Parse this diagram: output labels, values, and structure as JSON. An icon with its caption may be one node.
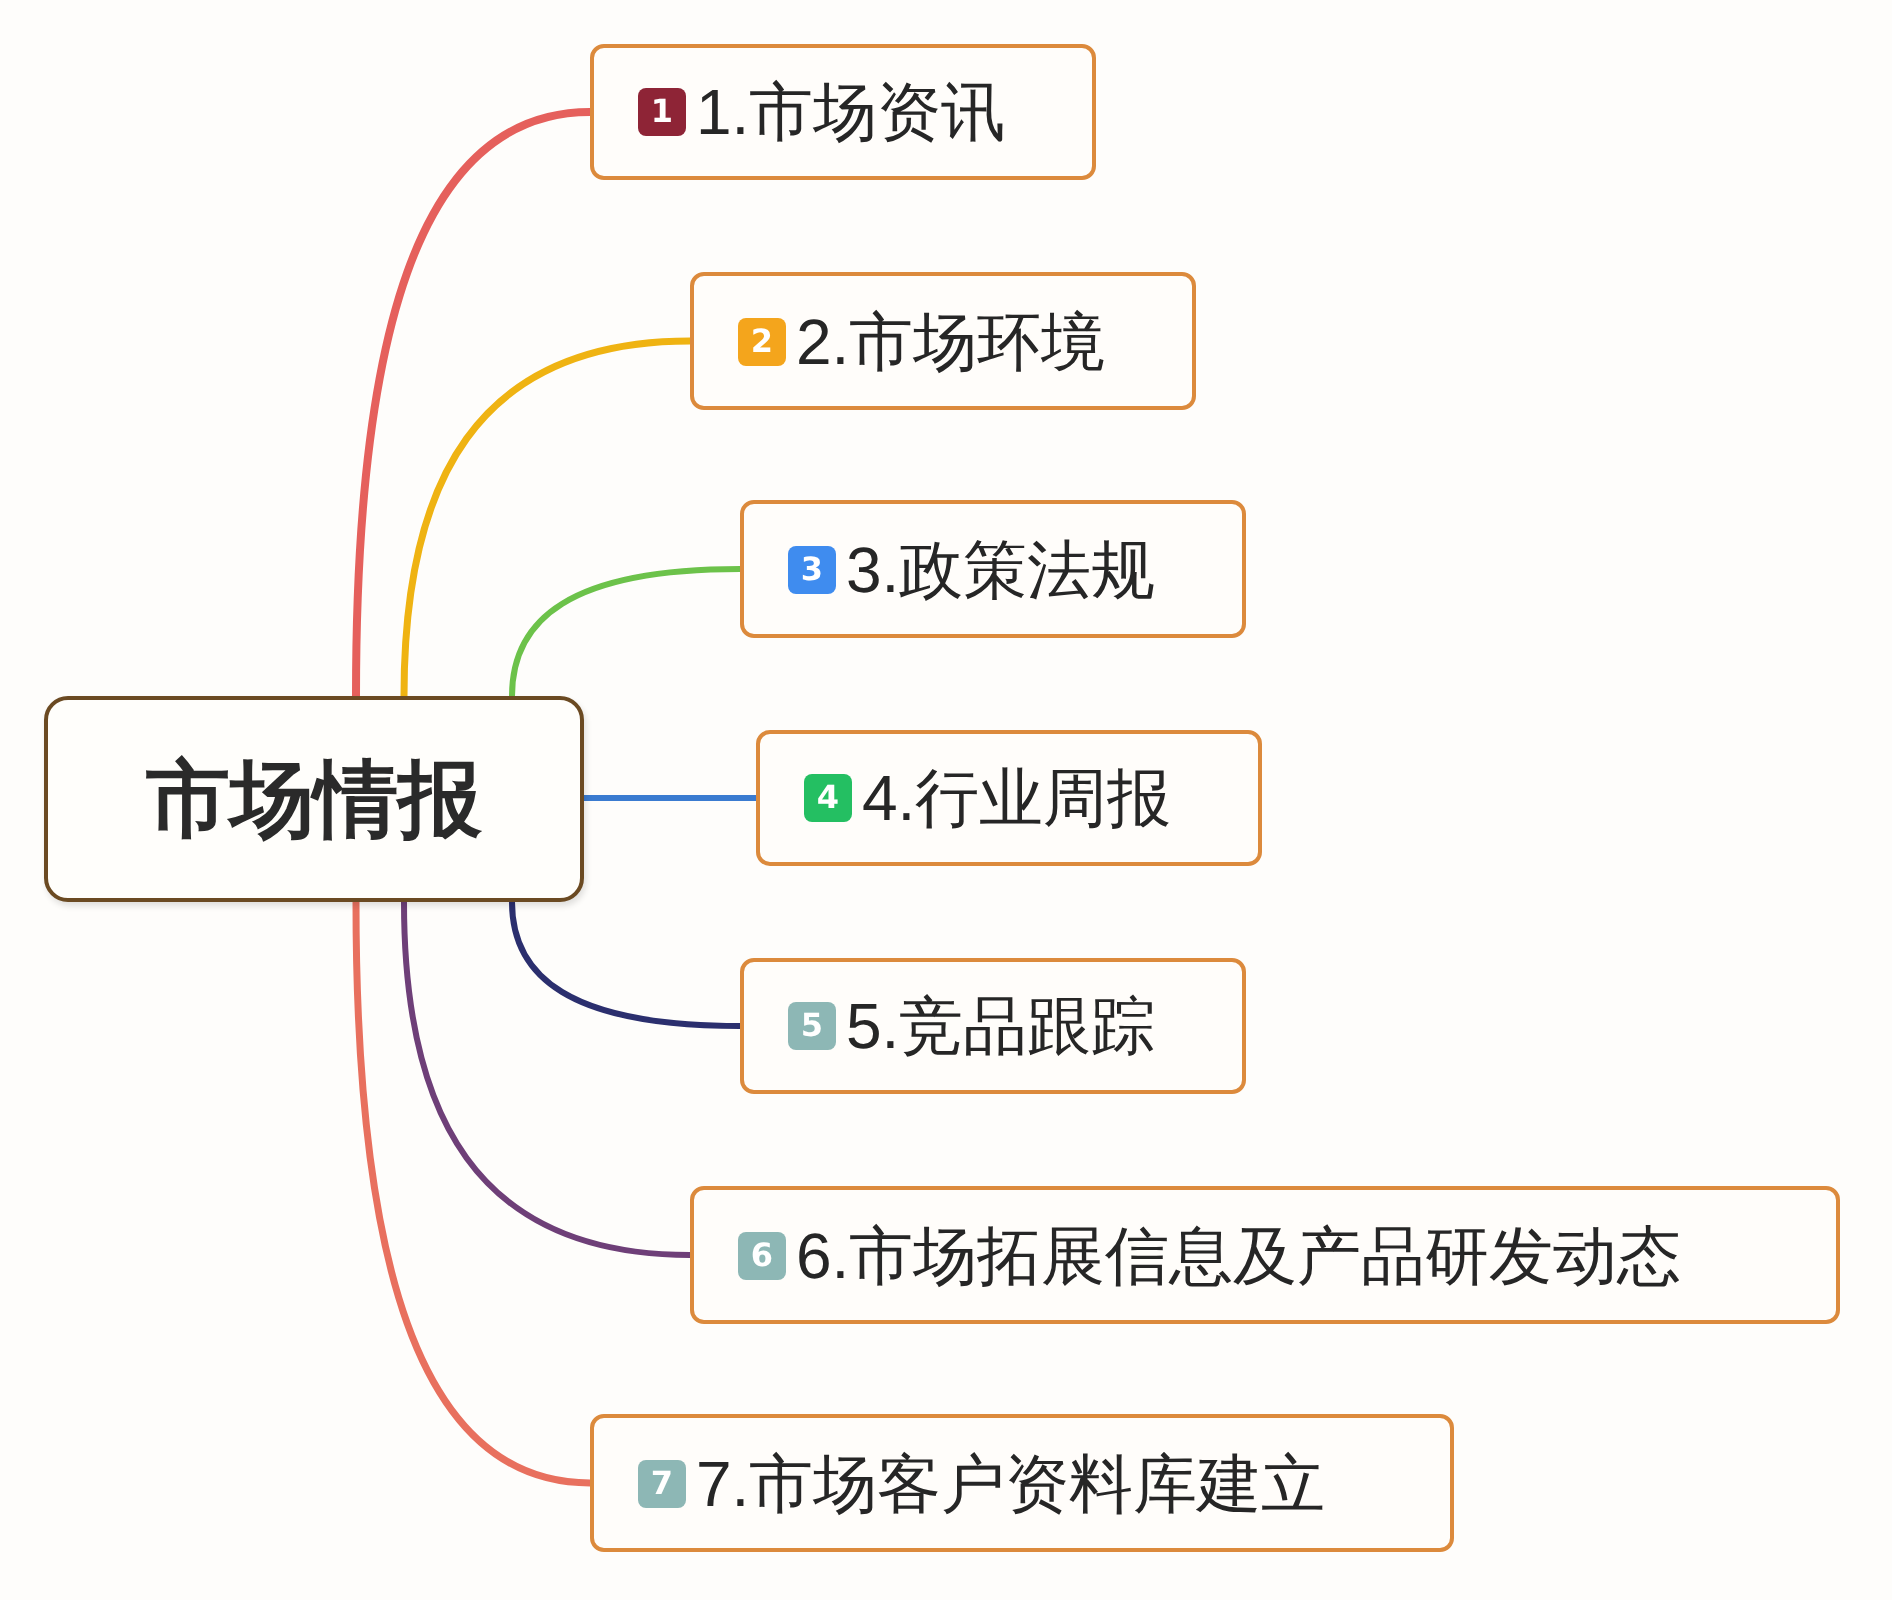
{
  "diagram": {
    "nodes": [
      {
        "text": [
          "市场情报"
        ]
      },
      {
        "text": [
          "1",
          "1.市场资讯"
        ]
      },
      {
        "text": [
          "2",
          "2.市场环境"
        ]
      },
      {
        "text": [
          "3",
          "3.政策法规"
        ]
      },
      {
        "text": [
          "4",
          "4.行业周报"
        ]
      },
      {
        "text": [
          "5",
          "5.竞品跟踪"
        ]
      },
      {
        "text": [
          "6",
          "6.市场拓展信息及产品研发动态"
        ]
      },
      {
        "text": [
          "7",
          "7.市场客户资料库建立"
        ]
      }
    ],
    "edges": [
      {
        "from": 0,
        "to": 1,
        "arrow": "none",
        "color": "#e5605c"
      },
      {
        "from": 0,
        "to": 2,
        "arrow": "none",
        "color": "#efb312"
      },
      {
        "from": 0,
        "to": 3,
        "arrow": "none",
        "color": "#6cc24a"
      },
      {
        "from": 0,
        "to": 4,
        "arrow": "none",
        "color": "#3a7bd0"
      },
      {
        "from": 0,
        "to": 5,
        "arrow": "none",
        "color": "#2b2f6e"
      },
      {
        "from": 0,
        "to": 6,
        "arrow": "none",
        "color": "#6e3f78"
      },
      {
        "from": 0,
        "to": 7,
        "arrow": "none",
        "color": "#e8705e"
      }
    ]
  }
}
